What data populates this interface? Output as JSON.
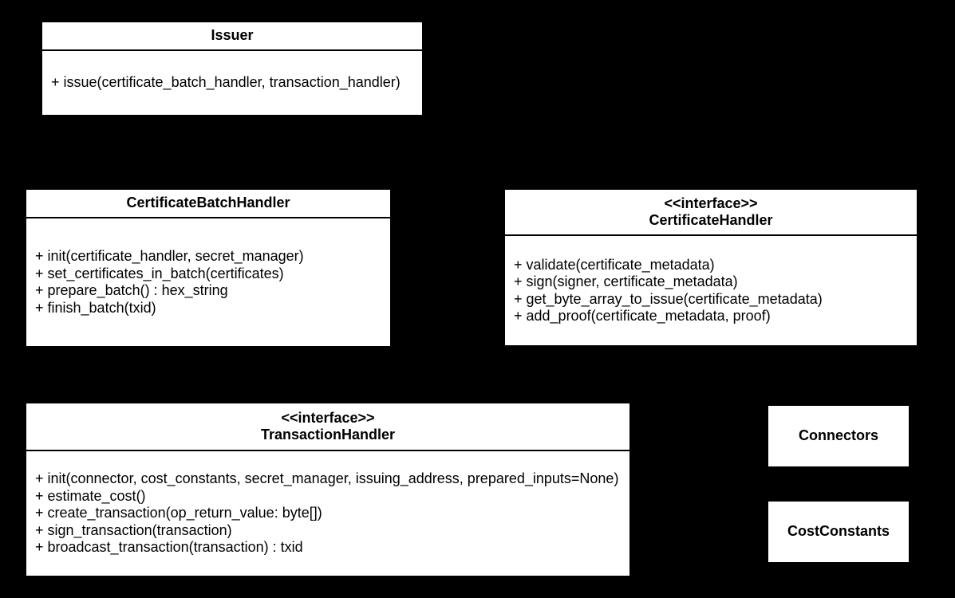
{
  "diagram": {
    "type": "uml-class-diagram",
    "background_color": "#000000",
    "box_fill_color": "#ffffff",
    "line_color": "#000000",
    "text_color": "#000000"
  },
  "classes": [
    {
      "id": "issuer",
      "stereotype": "",
      "name": "Issuer",
      "methods": [
        "+ issue(certificate_batch_handler, transaction_handler)"
      ]
    },
    {
      "id": "certificate-batch-handler",
      "stereotype": "",
      "name": "CertificateBatchHandler",
      "methods": [
        "+ init(certificate_handler, secret_manager)",
        "+ set_certificates_in_batch(certificates)",
        "+ prepare_batch() : hex_string",
        "+ finish_batch(txid)"
      ]
    },
    {
      "id": "certificate-handler",
      "stereotype": "<<interface>>",
      "name": "CertificateHandler",
      "methods": [
        "+ validate(certificate_metadata)",
        "+ sign(signer, certificate_metadata)",
        "+ get_byte_array_to_issue(certificate_metadata)",
        "+ add_proof(certificate_metadata, proof)"
      ]
    },
    {
      "id": "transaction-handler",
      "stereotype": "<<interface>>",
      "name": "TransactionHandler",
      "methods": [
        "+ init(connector, cost_constants, secret_manager, issuing_address, prepared_inputs=None)",
        "+ estimate_cost()",
        "+ create_transaction(op_return_value: byte[])",
        "+ sign_transaction(transaction)",
        "+ broadcast_transaction(transaction) : txid"
      ]
    },
    {
      "id": "connectors",
      "stereotype": "",
      "name": "Connectors",
      "methods": []
    },
    {
      "id": "cost-constants",
      "stereotype": "",
      "name": "CostConstants",
      "methods": []
    }
  ]
}
